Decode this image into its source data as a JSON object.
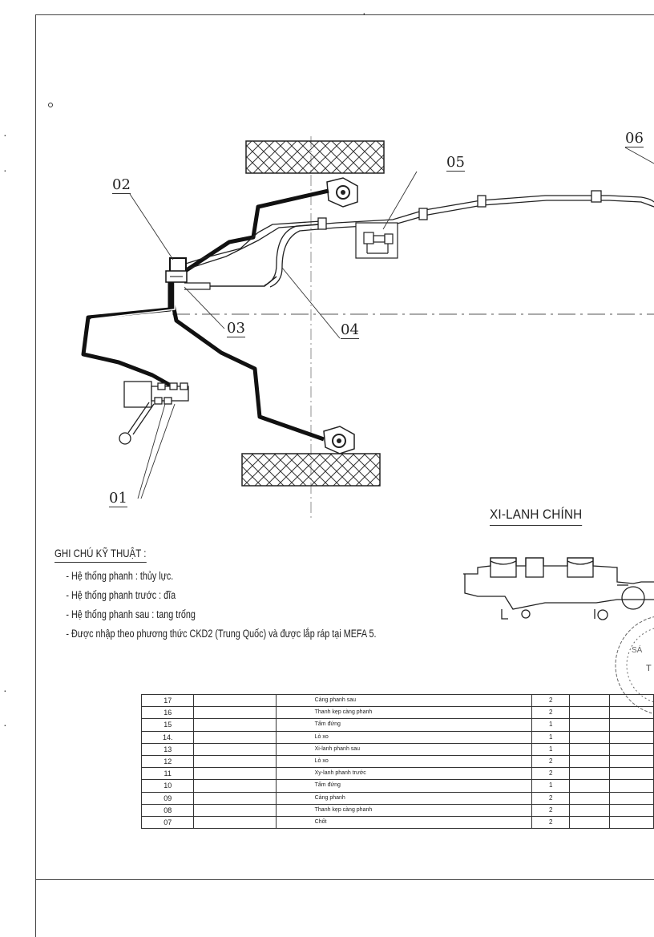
{
  "callouts": {
    "c01": "01",
    "c02": "02",
    "c03": "03",
    "c04": "04",
    "c05": "05",
    "c06": "06"
  },
  "notes": {
    "title": "GHI CHÚ KỸ THUẬT :",
    "items": [
      "- Hệ thống phanh : thủy lực.",
      "- Hệ thống phanh trước : đĩa",
      "- Hệ thống phanh sau : tang trống",
      "- Được nhập theo phương thức CKD2 (Trung Quốc) và được lắp ráp tại MEFA 5."
    ]
  },
  "master_cylinder": {
    "title": "XI-LANH CHÍNH"
  },
  "seal": {
    "text_left": "SÁ",
    "text_right": "T"
  },
  "parts_table": {
    "rows": [
      {
        "no": "17",
        "name": "Càng phanh sau",
        "qty": "2"
      },
      {
        "no": "16",
        "name": "Thanh kẹp càng phanh",
        "qty": "2"
      },
      {
        "no": "15",
        "name": "Tấm đứng",
        "qty": "1"
      },
      {
        "no": "14.",
        "name": "Lò xo",
        "qty": "1"
      },
      {
        "no": "13",
        "name": "Xi-lanh phanh sau",
        "qty": "1"
      },
      {
        "no": "12",
        "name": "Lò xo",
        "qty": "2"
      },
      {
        "no": "11",
        "name": "Xy-lanh phanh trước",
        "qty": "2"
      },
      {
        "no": "10",
        "name": "Tấm đứng",
        "qty": "1"
      },
      {
        "no": "09",
        "name": "Càng phanh",
        "qty": "2"
      },
      {
        "no": "08",
        "name": "Thanh kẹp càng phanh",
        "qty": "2"
      },
      {
        "no": "07",
        "name": "Chốt",
        "qty": "2"
      }
    ]
  }
}
